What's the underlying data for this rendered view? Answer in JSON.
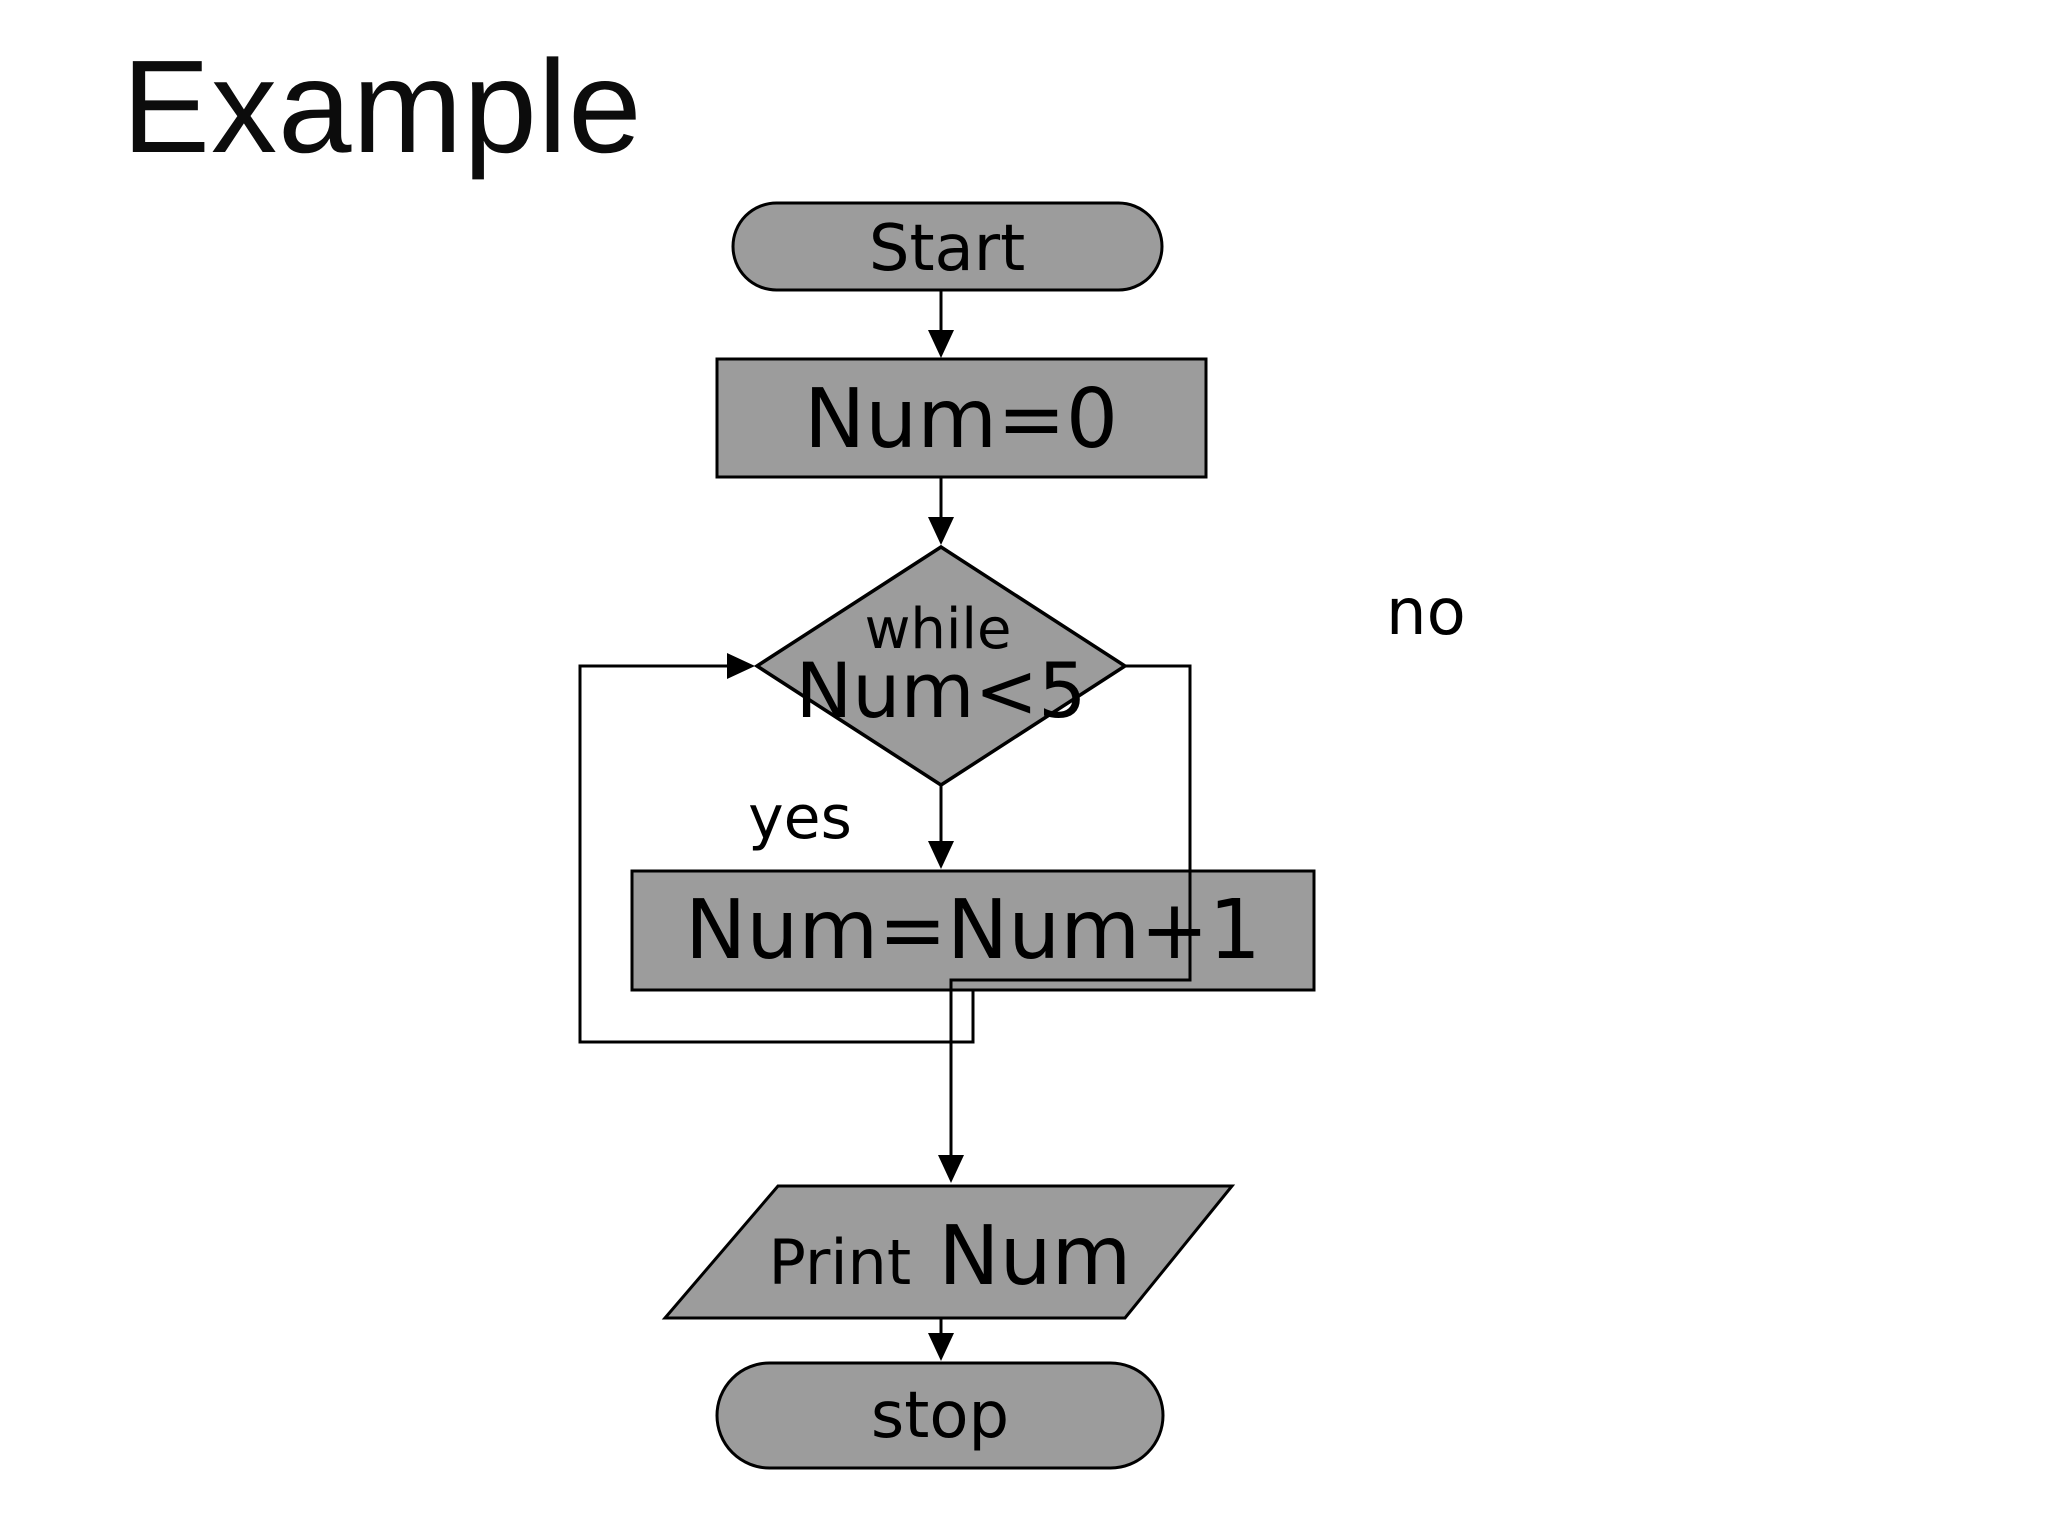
{
  "title": "Example",
  "colors": {
    "shape_fill": "#9c9c9c",
    "line": "#000000",
    "text": "#000000",
    "background": "#ffffff"
  },
  "flowchart": {
    "start": {
      "label": "Start"
    },
    "init": {
      "label": "Num=0"
    },
    "decision": {
      "line1": "while",
      "line2": "Num<5"
    },
    "branch_yes": {
      "label": "yes"
    },
    "branch_no": {
      "label": "no"
    },
    "increment": {
      "label": "Num=Num+1"
    },
    "output": {
      "prefix": "Print",
      "variable": "Num"
    },
    "stop": {
      "label": "stop"
    }
  }
}
